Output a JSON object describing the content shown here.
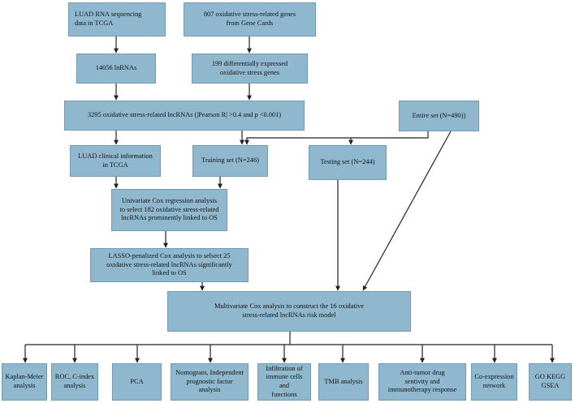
{
  "colors": {
    "box_fill": "#8fb8cf",
    "box_border": "#6f9bb5",
    "arrow": "#222222"
  },
  "nodes": {
    "luad_rna": "LUAD RNA sequencing\ndata in TCGA",
    "oxidative_genes": "807 oxidative stress-related genes\nfrom Gene Cards",
    "lncrnas": "14056 lnRNAs",
    "deg": "199 differentially expressed\noxidative stress genes",
    "pearson": "3295 oxidative stress-related lncRNAs (|Pearson R| >0.4 and p <0.001)",
    "entire_set": "Entire set (N=490))",
    "clinical": "LUAD clinical information\nin TCGA",
    "training": "Training set (N=246)",
    "testing": "Testing set (N=244)",
    "univariate": "Univariate Cox regression analysis\nto select 182 oxidative stress-related\nlncRNAs  prominently linked to OS",
    "lasso": "LASSO-penalized Cox analysis to selsect 25\noxidative stress-related lncRNAs significantly\nlinked  to OS",
    "multivariate": "Multivariate Cox analysis to construct the 16 oxidative\nstress-related lncRNAs  risk model",
    "km": "Kaplan-Meier\nanalysis",
    "roc": "ROC, C-index\nanalysis",
    "pca": "PCA",
    "nomogram": "Nomogram, Independent\nprognostic factor\nanalysis",
    "infiltration": "Infiltration of\nimmune cells and\nfunctions",
    "tmb": "TMB analysis",
    "antitumor": "Anti-tumor drug\nsentivity and\nimmunotherapy response",
    "coexpression": "Co-expression\nnetwork",
    "go_kegg": "GO KEGG\nGSEA"
  }
}
